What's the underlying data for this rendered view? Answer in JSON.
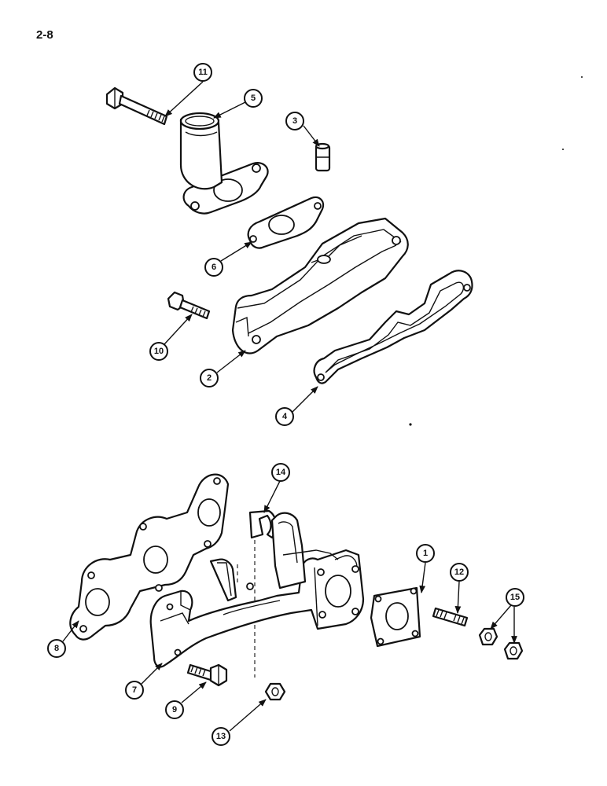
{
  "page": {
    "number": "2-8"
  },
  "callouts": [
    {
      "id": "c1",
      "label": "1"
    },
    {
      "id": "c2",
      "label": "2"
    },
    {
      "id": "c3",
      "label": "3"
    },
    {
      "id": "c4",
      "label": "4"
    },
    {
      "id": "c5",
      "label": "5"
    },
    {
      "id": "c6",
      "label": "6"
    },
    {
      "id": "c7",
      "label": "7"
    },
    {
      "id": "c8",
      "label": "8"
    },
    {
      "id": "c9",
      "label": "9"
    },
    {
      "id": "c10",
      "label": "10"
    },
    {
      "id": "c11",
      "label": "11"
    },
    {
      "id": "c12",
      "label": "12"
    },
    {
      "id": "c13",
      "label": "13"
    },
    {
      "id": "c14",
      "label": "14"
    },
    {
      "id": "c15",
      "label": "15"
    }
  ]
}
